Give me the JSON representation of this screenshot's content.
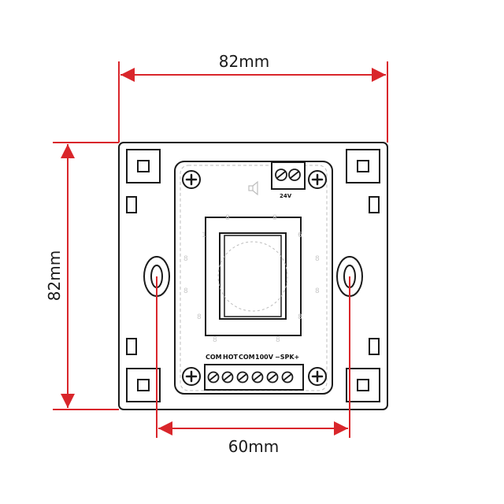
{
  "dimensions": {
    "width_label": "82mm",
    "height_label": "82mm",
    "hole_spacing_label": "60mm"
  },
  "terminals": {
    "power_label": "24V",
    "bottom_labels": [
      "COM",
      "HOT",
      "COM",
      "100V",
      "−SPK+"
    ]
  },
  "colors": {
    "dimension_line": "#d9262b",
    "outline": "#1a1a1a",
    "hidden_line": "#bdbdbd"
  }
}
